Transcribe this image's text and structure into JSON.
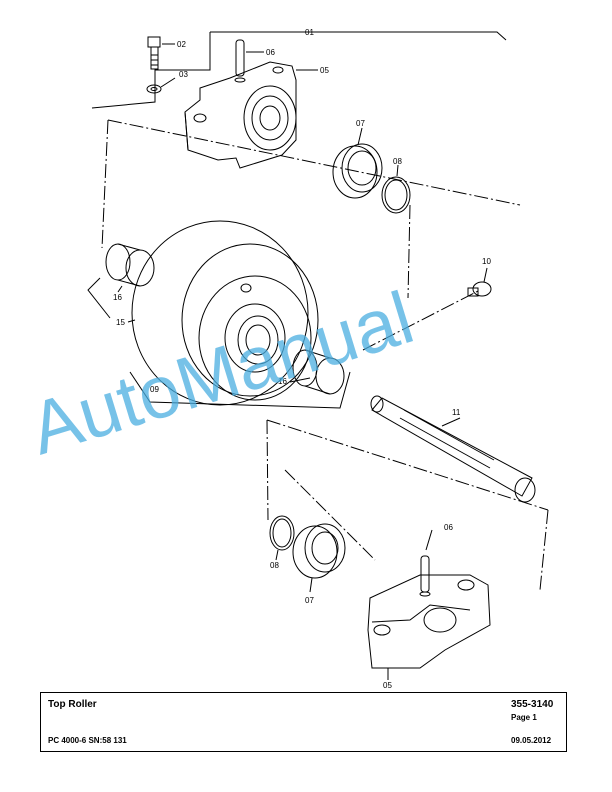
{
  "drawing": {
    "callouts": {
      "c01": "01",
      "c02": "02",
      "c03": "03",
      "c05a": "05",
      "c06a": "06",
      "c07a": "07",
      "c08a": "08",
      "c10": "10",
      "c16a": "16",
      "c15": "15",
      "c09": "09",
      "c16b": "16",
      "c11": "11",
      "c06b": "06",
      "c08b": "08",
      "c07b": "07",
      "c05b": "05"
    },
    "colors": {
      "line": "#000000",
      "watermark": "#4aaee0"
    }
  },
  "watermark": {
    "text": "AutoManual"
  },
  "title_block": {
    "title": "Top Roller",
    "part_number": "355-3140",
    "page": "Page 1",
    "machine": "PC 4000-6 SN:58 131",
    "date": "09.05.2012"
  }
}
